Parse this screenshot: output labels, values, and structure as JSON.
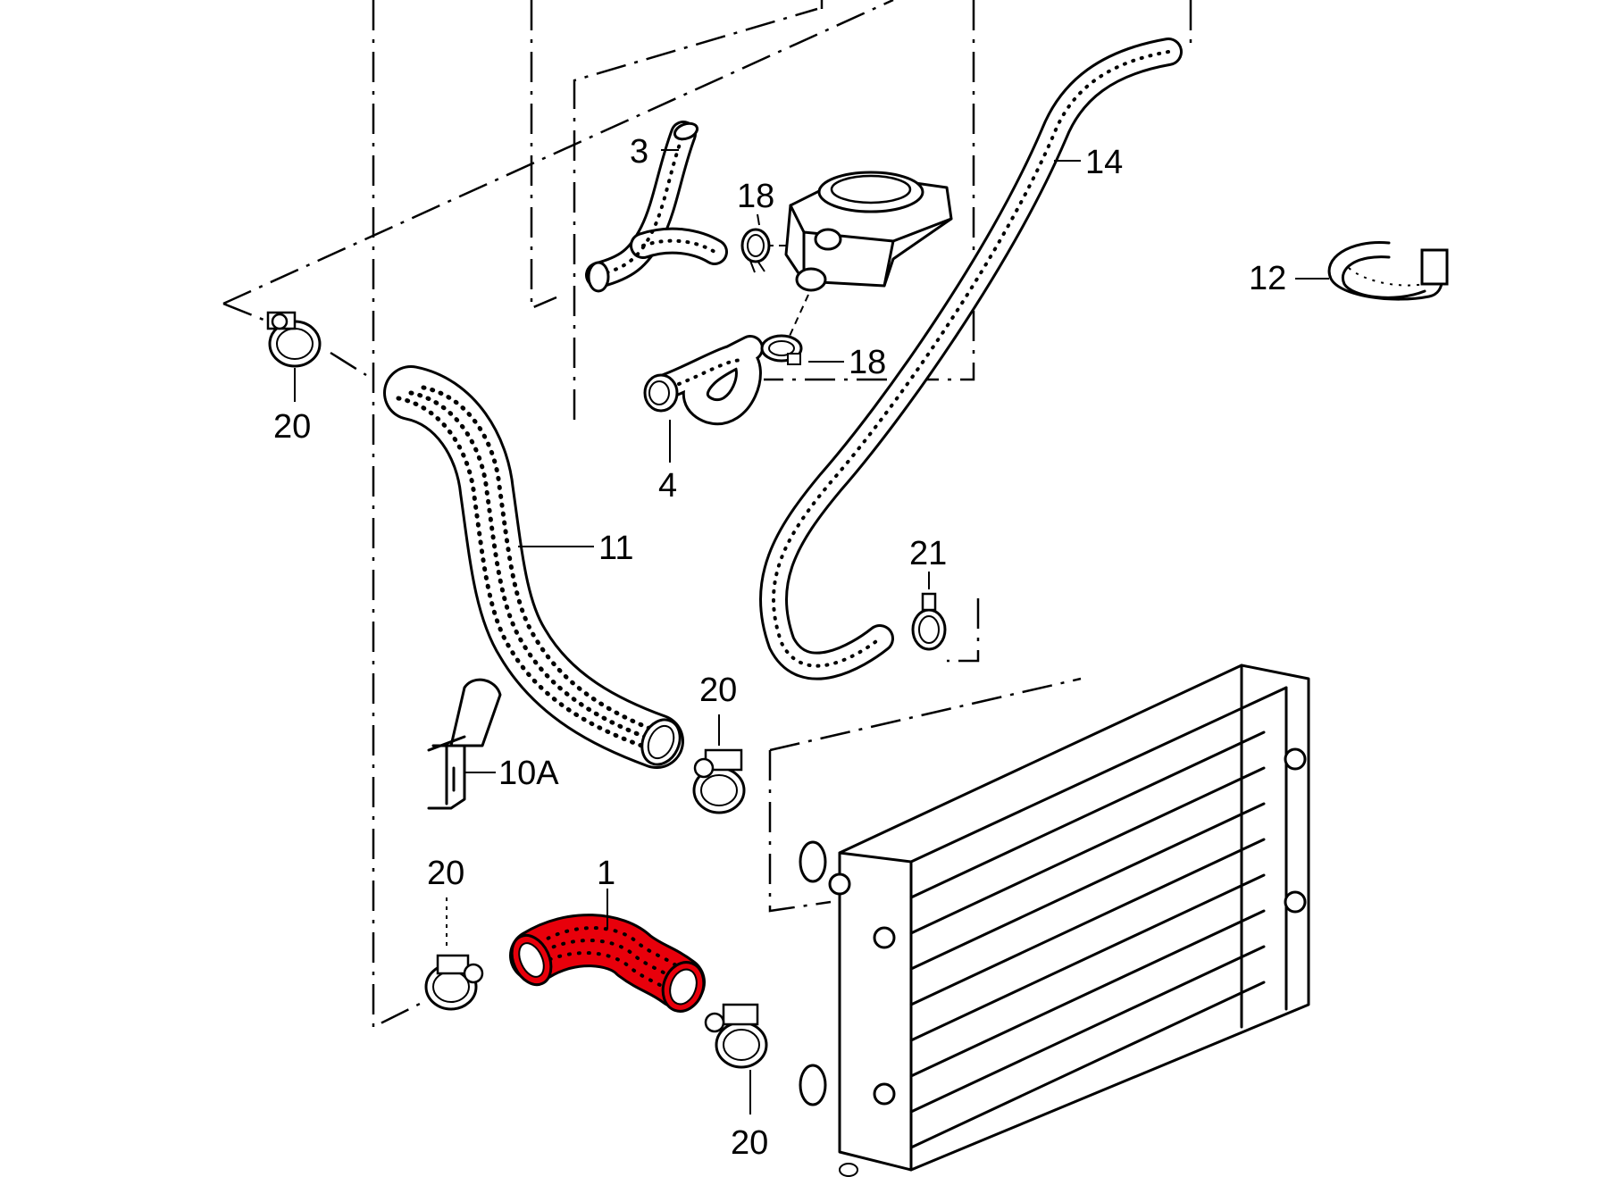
{
  "callouts": {
    "c1": "1",
    "c3": "3",
    "c4": "4",
    "c10a": "10A",
    "c11": "11",
    "c12": "12",
    "c14": "14",
    "c18_top": "18",
    "c18_mid": "18",
    "c20_topleft": "20",
    "c20_mid": "20",
    "c20_bottomleft": "20",
    "c20_bottom": "20",
    "c21": "21"
  },
  "colors": {
    "highlight": "#e8000b",
    "line": "#000000",
    "background": "#ffffff"
  }
}
